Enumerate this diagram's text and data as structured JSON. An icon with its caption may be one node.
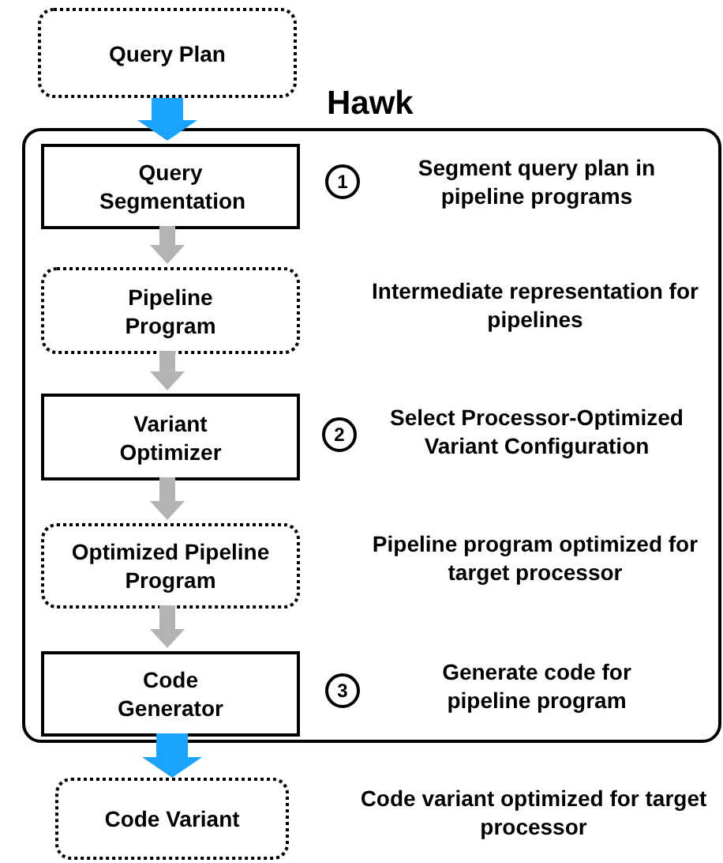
{
  "diagram": {
    "nodes": [
      {
        "text": [
          "Query Plan"
        ]
      },
      {
        "text": [
          "Hawk"
        ]
      },
      {
        "text": [
          "Query Segmentation"
        ],
        "in": 1
      },
      {
        "text": [
          "1"
        ],
        "in": 1,
        "beside": [
          "Segment query plan in pipeline programs"
        ]
      },
      {
        "text": [
          "Pipeline Program"
        ],
        "in": 1,
        "beside": [
          "Intermediate representation for pipelines"
        ]
      },
      {
        "text": [
          "Variant Optimizer"
        ],
        "in": 1
      },
      {
        "text": [
          "2"
        ],
        "in": 1,
        "beside": [
          "Select Processor-Optimized Variant Configuration"
        ]
      },
      {
        "text": [
          "Optimized Pipeline Program"
        ],
        "in": 1,
        "beside": [
          "Pipeline program optimized for target processor"
        ]
      },
      {
        "text": [
          "Code Generator"
        ],
        "in": 1
      },
      {
        "text": [
          "3"
        ],
        "in": 1,
        "beside": [
          "Generate code for pipeline program"
        ]
      },
      {
        "text": [
          "Code Variant"
        ]
      }
    ],
    "edges": [
      {
        "from": 0,
        "to": 2,
        "arrow": "to",
        "style": "thick",
        "color": "#1aa3ff"
      },
      {
        "from": 2,
        "to": 4,
        "arrow": "to"
      },
      {
        "from": 4,
        "to": 5,
        "arrow": "to"
      },
      {
        "from": 5,
        "to": 7,
        "arrow": "to"
      },
      {
        "from": 7,
        "to": 8,
        "arrow": "to"
      },
      {
        "from": 8,
        "to": 10,
        "arrow": "to",
        "style": "thick",
        "color": "#1aa3ff"
      }
    ],
    "labels": [
      "Code variant optimized for target processor"
    ]
  }
}
